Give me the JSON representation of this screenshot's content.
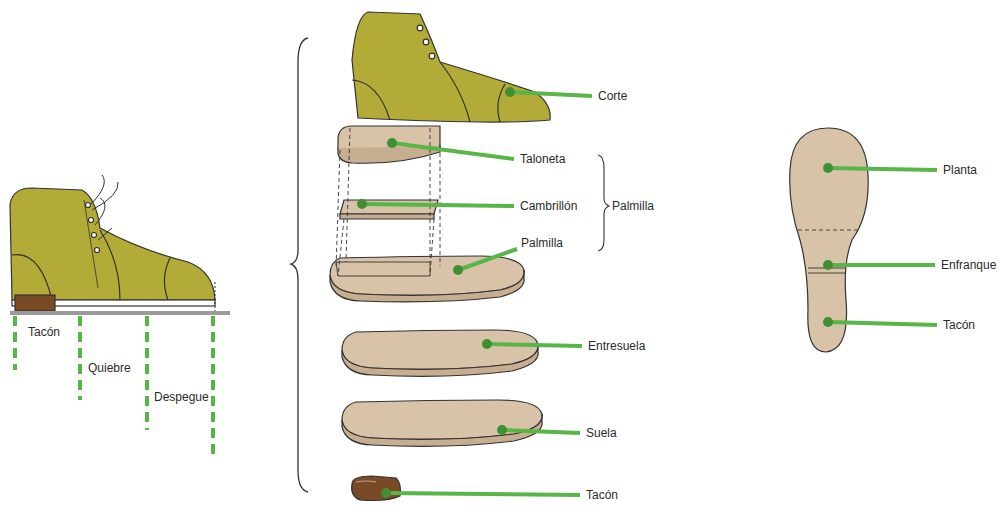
{
  "diagram": {
    "labels": [
      "Tacón",
      "Quiebre",
      "Despegue",
      "Corte",
      "Taloneta",
      "Cambrillón",
      "Palmilla",
      "Palmilla",
      "Entresuela",
      "Suela",
      "Tacón",
      "Planta",
      "Enfranque",
      "Tacón"
    ]
  }
}
